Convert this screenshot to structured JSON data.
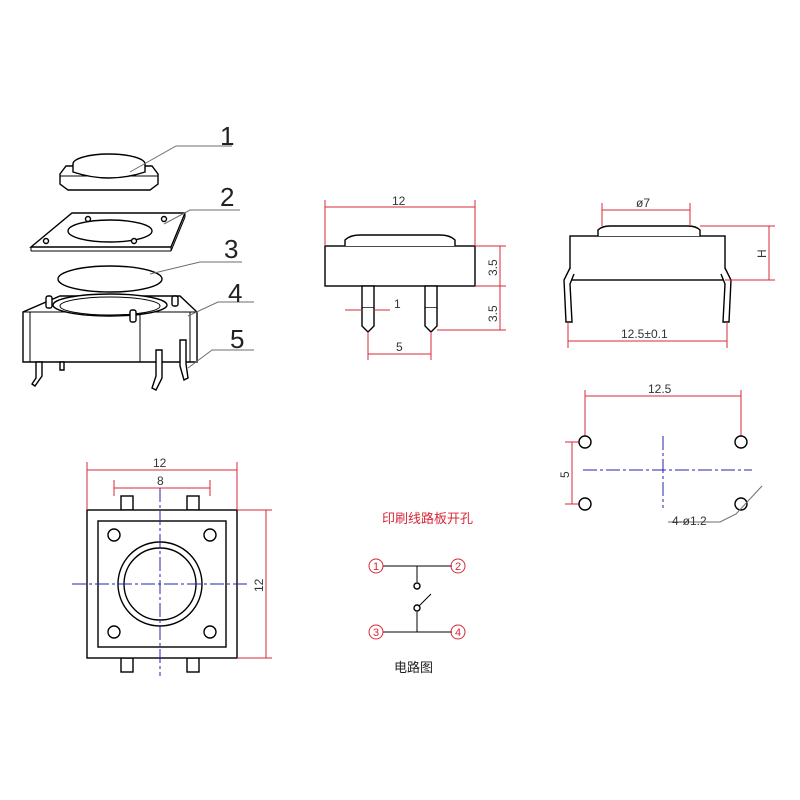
{
  "exploded_view": {
    "part_labels": [
      "1",
      "2",
      "3",
      "4",
      "5"
    ]
  },
  "front_view": {
    "width_label": "12",
    "height_top_label": "3.5",
    "height_pin_label": "3.5",
    "pin_width_label": "1",
    "pin_pitch_label": "5"
  },
  "side_view": {
    "actuator_label": "ø7",
    "height_label": "H",
    "pin_span_label": "12.5±0.1"
  },
  "top_view": {
    "width_label": "12",
    "inner_label": "8",
    "height_label": "12"
  },
  "pcb_hole_layout": {
    "title": "印刷线路板开孔",
    "span_label": "12.5",
    "pitch_label": "5",
    "hole_label": "4-ø1.2"
  },
  "circuit_diagram": {
    "title": "电路图",
    "pins": [
      "1",
      "2",
      "3",
      "4"
    ]
  },
  "colors": {
    "dimension": "#d8283a",
    "centerline": "#2323b4",
    "outline": "#000000"
  }
}
